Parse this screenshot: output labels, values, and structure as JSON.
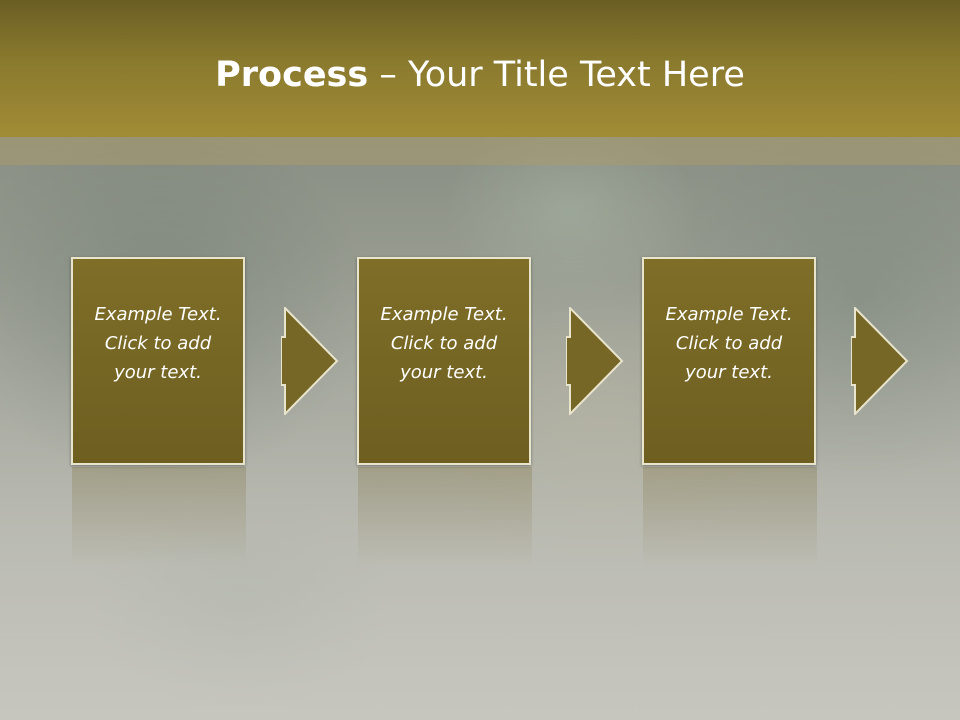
{
  "slide": {
    "title_bold": "Process",
    "title_rest": " – Your Title Text Here"
  },
  "steps": [
    {
      "line1": "Example Text.",
      "line2": "Click  to add",
      "line3": "your text."
    },
    {
      "line1": "Example Text.",
      "line2": "Click  to add",
      "line3": "your text."
    },
    {
      "line1": "Example Text.",
      "line2": "Click  to add",
      "line3": "your text."
    }
  ],
  "colors": {
    "header": "#8a7a2e",
    "card_fill": "#766726",
    "card_border": "#e9e4cc",
    "text": "#ffffff"
  }
}
